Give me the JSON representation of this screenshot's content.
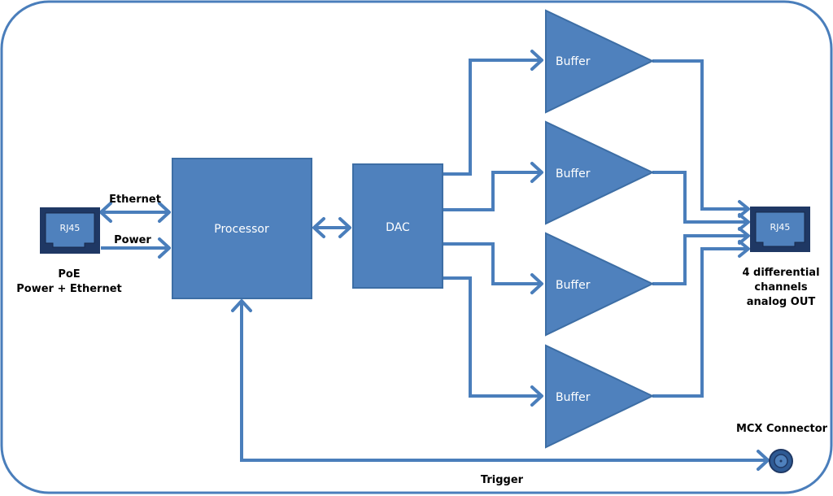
{
  "colors": {
    "block_fill": "#4f81bd",
    "block_stroke": "#3d6ea5",
    "wire": "#4a7ebb",
    "connector_outer": "#1f3864",
    "frame": "#4a7ebb",
    "label_dark": "#000000",
    "label_light": "#ffffff"
  },
  "blocks": {
    "processor": "Processor",
    "dac": "DAC",
    "buffers": [
      "Buffer",
      "Buffer",
      "Buffer",
      "Buffer"
    ]
  },
  "connectors": {
    "input_rj45": "RJ45",
    "output_rj45": "RJ45",
    "mcx": "MCX Connector"
  },
  "labels": {
    "ethernet": "Ethernet",
    "power": "Power",
    "poe_line1": "PoE",
    "poe_line2": "Power + Ethernet",
    "output_line1": "4 differential",
    "output_line2": "channels",
    "output_line3": "analog OUT",
    "trigger": "Trigger"
  },
  "connections": [
    {
      "from": "input_rj45",
      "to": "processor",
      "label": "Ethernet",
      "direction": "bidirectional"
    },
    {
      "from": "input_rj45",
      "to": "processor",
      "label": "Power",
      "direction": "forward"
    },
    {
      "from": "processor",
      "to": "dac",
      "direction": "bidirectional"
    },
    {
      "from": "dac",
      "to": "buffer-1",
      "direction": "forward"
    },
    {
      "from": "dac",
      "to": "buffer-2",
      "direction": "forward"
    },
    {
      "from": "dac",
      "to": "buffer-3",
      "direction": "forward"
    },
    {
      "from": "dac",
      "to": "buffer-4",
      "direction": "forward"
    },
    {
      "from": "buffer-1",
      "to": "output_rj45",
      "direction": "forward"
    },
    {
      "from": "buffer-2",
      "to": "output_rj45",
      "direction": "forward"
    },
    {
      "from": "buffer-3",
      "to": "output_rj45",
      "direction": "forward"
    },
    {
      "from": "buffer-4",
      "to": "output_rj45",
      "direction": "forward"
    },
    {
      "from": "mcx",
      "to": "processor",
      "label": "Trigger",
      "direction": "bidirectional"
    }
  ]
}
